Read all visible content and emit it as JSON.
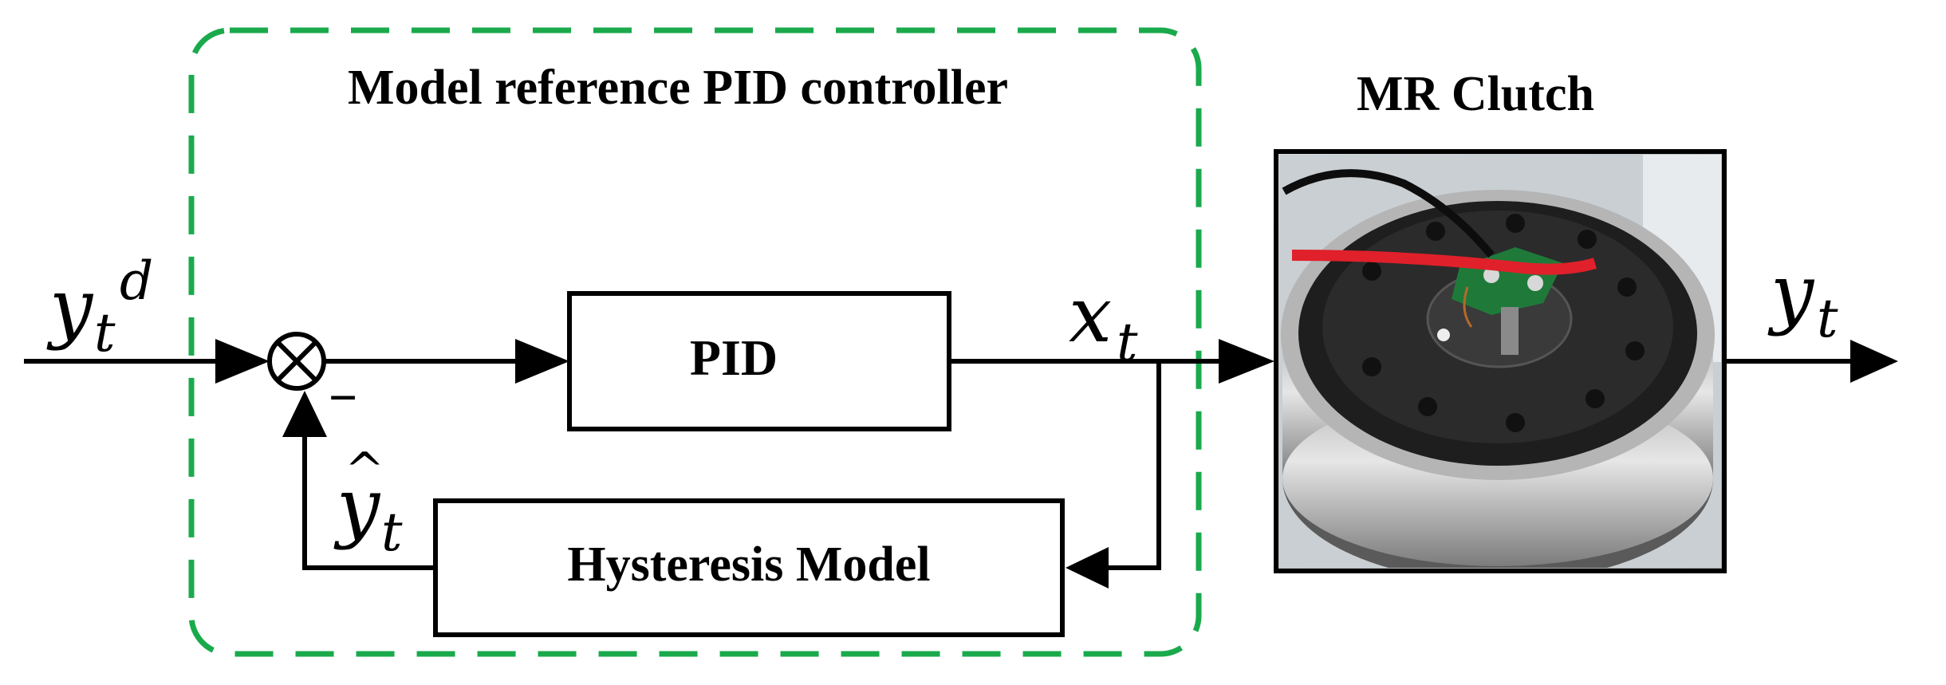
{
  "controller_group": {
    "title": "Model reference PID controller",
    "border_color": "#1aaa4c"
  },
  "blocks": {
    "pid_label": "PID",
    "hysteresis_label": "Hysteresis Model",
    "plant_title": "MR Clutch"
  },
  "signals": {
    "input_base": "y",
    "input_sub": "t",
    "input_sup": "d",
    "control_base": "x",
    "control_sub": "t",
    "estimate_base": "y",
    "estimate_hat": "^",
    "estimate_sub": "t",
    "output_base": "y",
    "output_sub": "t"
  },
  "summing_junction": {
    "symbol": "⊗",
    "negative_sign": "−"
  },
  "photo": {
    "icon": "mr-clutch-photo"
  }
}
